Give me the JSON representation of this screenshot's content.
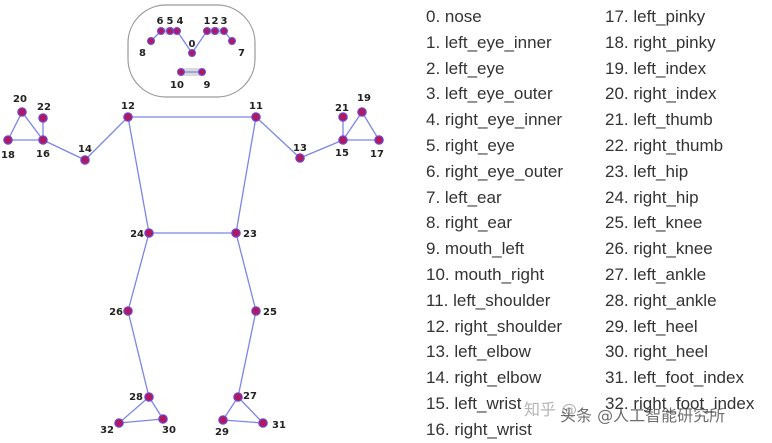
{
  "colors": {
    "line": "#7b86e8",
    "point_fill": "#b0185f",
    "point_stroke": "#6d4bd8",
    "box_stroke": "#9a9a9a",
    "mouth_fill": "#d9d9d9"
  },
  "keypoint_labels": [
    "0",
    "1",
    "2",
    "3",
    "4",
    "5",
    "6",
    "7",
    "8",
    "9",
    "10",
    "11",
    "12",
    "13",
    "14",
    "15",
    "16",
    "17",
    "18",
    "19",
    "20",
    "21",
    "22",
    "23",
    "24",
    "25",
    "26",
    "27",
    "28",
    "29",
    "30",
    "31",
    "32"
  ],
  "legend": [
    "0. nose",
    "1. left_eye_inner",
    "2. left_eye",
    "3. left_eye_outer",
    "4. right_eye_inner",
    "5. right_eye",
    "6. right_eye_outer",
    "7. left_ear",
    "8. right_ear",
    "9. mouth_left",
    "10. mouth_right",
    "11. left_shoulder",
    "12. right_shoulder",
    "13. left_elbow",
    "14. right_elbow",
    "15. left_wrist",
    "16. right_wrist",
    "17. left_pinky",
    "18. right_pinky",
    "19. left_index",
    "20. right_index",
    "21. left_thumb",
    "22. right_thumb",
    "23. left_hip",
    "24. right_hip",
    "25. left_knee",
    "26. right_knee",
    "27. left_ankle",
    "28. right_ankle",
    "29. left_heel",
    "30. right_heel",
    "31. left_foot_index",
    "32. right_foot_index"
  ],
  "watermarks": {
    "zhihu": "知乎 @",
    "toutiao": "头条 @人工智能研究所"
  }
}
